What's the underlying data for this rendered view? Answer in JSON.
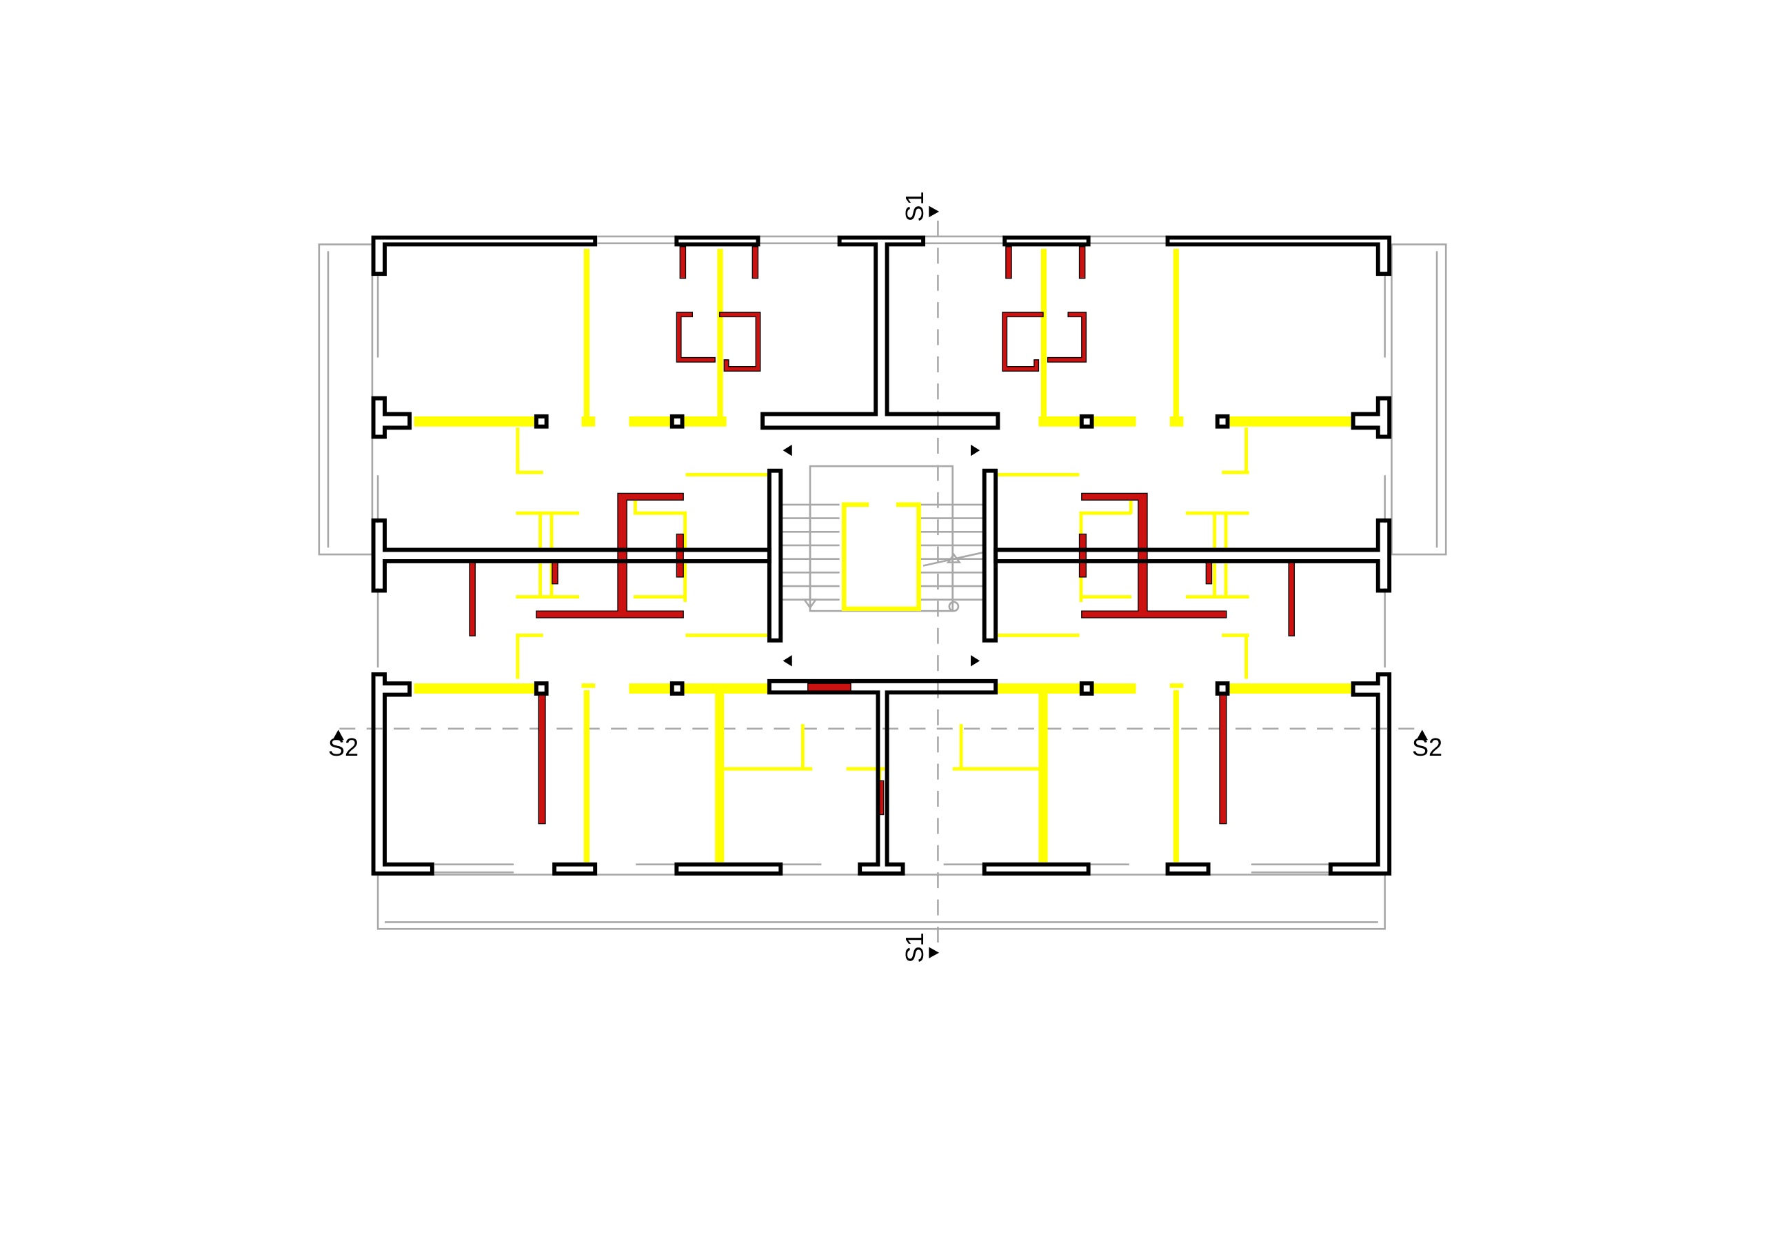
{
  "section_markers": {
    "s1_top": "S1",
    "s1_bottom": "S1",
    "s2_left": "S2",
    "s2_right": "S2"
  },
  "legend_colors": {
    "structure": "#000000",
    "wall_new": "#ffff00",
    "wall_removed": "#cc1111",
    "fixtures": "#aaaaaa"
  }
}
